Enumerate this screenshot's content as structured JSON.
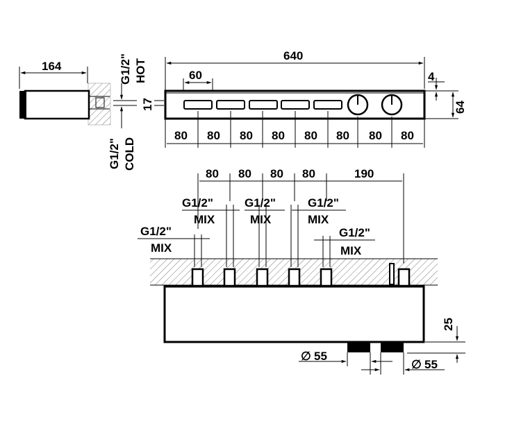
{
  "side_view": {
    "depth_label": "164",
    "hot_label": "HOT",
    "hot_size_label": "G1/2\"",
    "cold_label": "COLD",
    "cold_size_label": "G1/2\"",
    "height_label": "17"
  },
  "front_view": {
    "width_label": "640",
    "slot_width_label": "60",
    "top_offset_label": "4",
    "height_label": "64",
    "spacing_labels": [
      "80",
      "80",
      "80",
      "80",
      "80",
      "80",
      "80",
      "80"
    ]
  },
  "bottom_view": {
    "spacing_labels": [
      "80",
      "80",
      "80",
      "80"
    ],
    "right_spacing_label": "190",
    "outlets": [
      {
        "size": "G1/2\"",
        "type": "MIX"
      },
      {
        "size": "G1/2\"",
        "type": "MIX"
      },
      {
        "size": "G1/2\"",
        "type": "MIX"
      },
      {
        "size": "G1/2\"",
        "type": "MIX"
      },
      {
        "size": "G1/2\"",
        "type": "MIX"
      }
    ],
    "depth_label": "25",
    "knob_diameter_left": "55",
    "knob_diameter_right": "55",
    "diameter_symbol": "∅"
  }
}
